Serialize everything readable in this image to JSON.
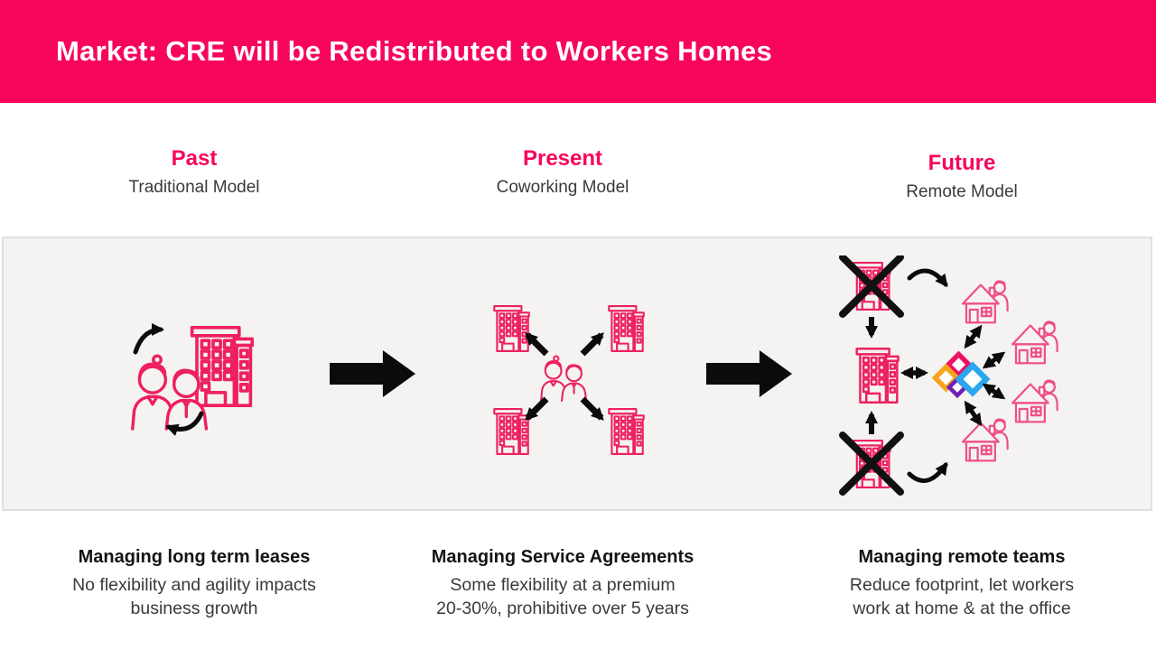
{
  "header": {
    "title": "Market: CRE will be Redistributed to Workers Homes"
  },
  "columns": [
    {
      "heading": "Past",
      "subheading": "Traditional Model",
      "note_title": "Managing long term leases",
      "note_lines": [
        "No flexibility and agility impacts",
        "business growth"
      ]
    },
    {
      "heading": "Present",
      "subheading": "Coworking Model",
      "note_title": "Managing Service Agreements",
      "note_lines": [
        "Some flexibility at a premium",
        "20-30%, prohibitive over 5 years"
      ]
    },
    {
      "heading": "Future",
      "subheading": "Remote Model",
      "note_title": "Managing remote teams",
      "note_lines": [
        "Reduce footprint, let workers",
        "work at home & at the office"
      ]
    }
  ],
  "diagram": {
    "past_icon": "people-building-cycle-icon",
    "present_icon": "people-distributed-to-buildings-icon",
    "future_icon": "offices-crossed-out-to-homes-network-icon",
    "flow_arrows": 2,
    "logo_colors": {
      "top": "#EC1164",
      "left": "#F6A41C",
      "bottom": "#6D21B4",
      "right": "#2BA7EF"
    }
  },
  "colors": {
    "brand_pink": "#F7045C",
    "icon_pink": "#EE2060",
    "house_pink": "#F04E87",
    "panel_bg": "#F4F3F1",
    "panel_border": "#E1DFDC",
    "arrow_black": "#0B0B0B"
  }
}
